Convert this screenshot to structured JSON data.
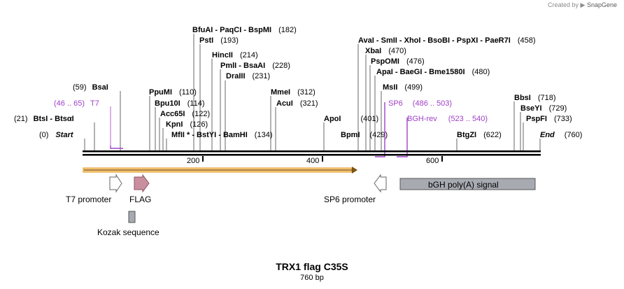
{
  "credit": {
    "prefix": "Created by",
    "brand": "SnapGene"
  },
  "title": "TRX1 flag C35S",
  "subtitle": "760 bp",
  "colors": {
    "primer": "#a040c8",
    "orf": "#f2a21c",
    "feature_gray": "#a8aab2",
    "flag": "#c98f9f"
  },
  "site_labels": [
    {
      "name": "BfuAI  -  PaqCI  -  BspMI",
      "pos": "(182)"
    },
    {
      "name": "PstI",
      "pos": "(193)"
    },
    {
      "name": "HincII",
      "pos": "(214)"
    },
    {
      "name": "PmlI  -  BsaAI",
      "pos": "(228)"
    },
    {
      "name": "DraIII",
      "pos": "(231)"
    },
    {
      "name": "BsaI",
      "pos": "(59)"
    },
    {
      "name": "PpuMI",
      "pos": "(110)"
    },
    {
      "name": "Bpu10I",
      "pos": "(114)"
    },
    {
      "name": "Acc65I",
      "pos": "(122)"
    },
    {
      "name": "KpnI",
      "pos": "(126)"
    },
    {
      "name": "MfII *  -  BstYI  -  BamHI",
      "pos": "(134)"
    },
    {
      "name": "BtsI  -  BtsαI",
      "pos": "(21)"
    },
    {
      "name": "Start",
      "pos": "(0)"
    },
    {
      "name": "MmeI",
      "pos": "(312)"
    },
    {
      "name": "AcuI",
      "pos": "(321)"
    },
    {
      "name": "ApoI",
      "pos": "(401)"
    },
    {
      "name": "BpmI",
      "pos": "(429)"
    },
    {
      "name": "AvaI  -  SmII  -  XhoI  -  BsoBI  -  PspXI  -  PaeR7I",
      "pos": "(458)"
    },
    {
      "name": "XbaI",
      "pos": "(470)"
    },
    {
      "name": "PspOMI",
      "pos": "(476)"
    },
    {
      "name": "ApaI  -  BaeGI  -  Bme1580I",
      "pos": "(480)"
    },
    {
      "name": "MsII",
      "pos": "(499)"
    },
    {
      "name": "BtgZI",
      "pos": "(622)"
    },
    {
      "name": "BbsI",
      "pos": "(718)"
    },
    {
      "name": "BseYI",
      "pos": "(729)"
    },
    {
      "name": "PspFI",
      "pos": "(733)"
    },
    {
      "name": "End",
      "pos": "(760)"
    }
  ],
  "primers": [
    {
      "name": "T7",
      "range": "(46 .. 65)"
    },
    {
      "name": "SP6",
      "range": "(486 .. 503)"
    },
    {
      "name": "BGH-rev",
      "range": "(523 .. 540)"
    }
  ],
  "ruler_ticks": [
    "200",
    "400",
    "600"
  ],
  "features": [
    {
      "name": "T7 promoter"
    },
    {
      "name": "FLAG"
    },
    {
      "name": "Kozak sequence"
    },
    {
      "name": "SP6 promoter"
    },
    {
      "name": "bGH poly(A) signal"
    }
  ]
}
